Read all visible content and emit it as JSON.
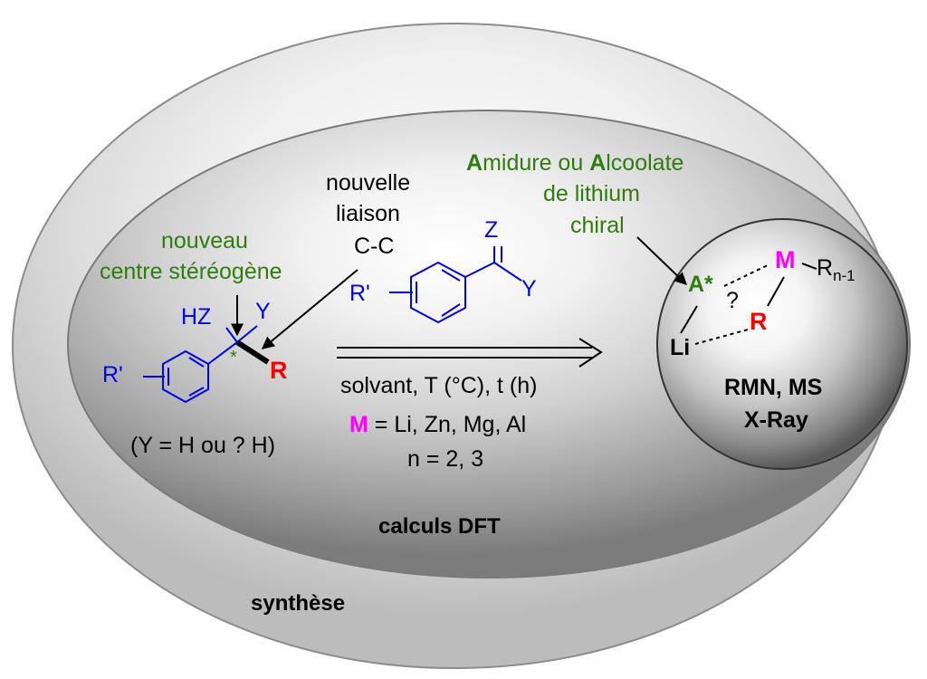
{
  "labels": {
    "synthese": "synthèse",
    "calculs_dft": "calculs DFT",
    "nouvelle_liaison_line1": "nouvelle",
    "nouvelle_liaison_line2": "liaison",
    "nouvelle_liaison_line3": "C-C",
    "nouveau_line1": "nouveau",
    "nouveau_line2": "centre stéréogène",
    "amidure_A1": "A",
    "amidure_rest1": "midure ou ",
    "amidure_A2": "A",
    "amidure_rest2": "lcoolate",
    "amidure_line2": "de lithium",
    "amidure_line3": "chiral",
    "conditions": "solvant, T (°C), t (h)",
    "metal_symbol": "M",
    "metal_list": " = Li, Zn, Mg, Al",
    "n_values": "n = 2, 3",
    "y_note": "(Y = H ou ? H)",
    "rmn": "RMN, MS",
    "xray": "X-Ray"
  },
  "molecule_left": {
    "hz": "HZ",
    "y": "Y",
    "star": "*",
    "r": "R",
    "r_prime": "R'"
  },
  "molecule_top": {
    "z": "Z",
    "y": "Y",
    "r_prime": "R'"
  },
  "complex": {
    "a_star": "A*",
    "m": "M",
    "r_sub": "R",
    "sub": "n-1",
    "q": "?",
    "r": "R",
    "li": "Li"
  },
  "colors": {
    "blue": "#0000ff",
    "green": "#2e7d0e",
    "red": "#ff0000",
    "magenta": "#ff00ff"
  }
}
